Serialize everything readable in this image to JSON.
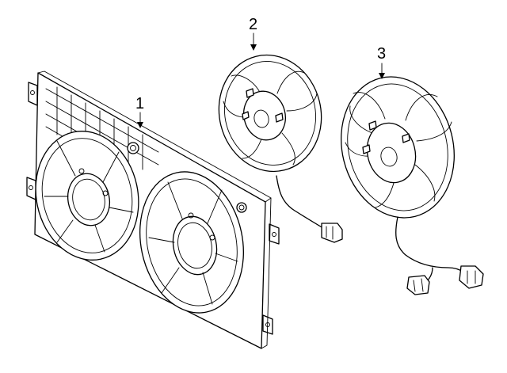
{
  "diagram": {
    "callouts": [
      {
        "label": "1",
        "part": "shroud"
      },
      {
        "label": "2",
        "part": "fan-motor-small"
      },
      {
        "label": "3",
        "part": "fan-motor-large"
      }
    ],
    "line_color": "#000000",
    "background": "#ffffff"
  }
}
